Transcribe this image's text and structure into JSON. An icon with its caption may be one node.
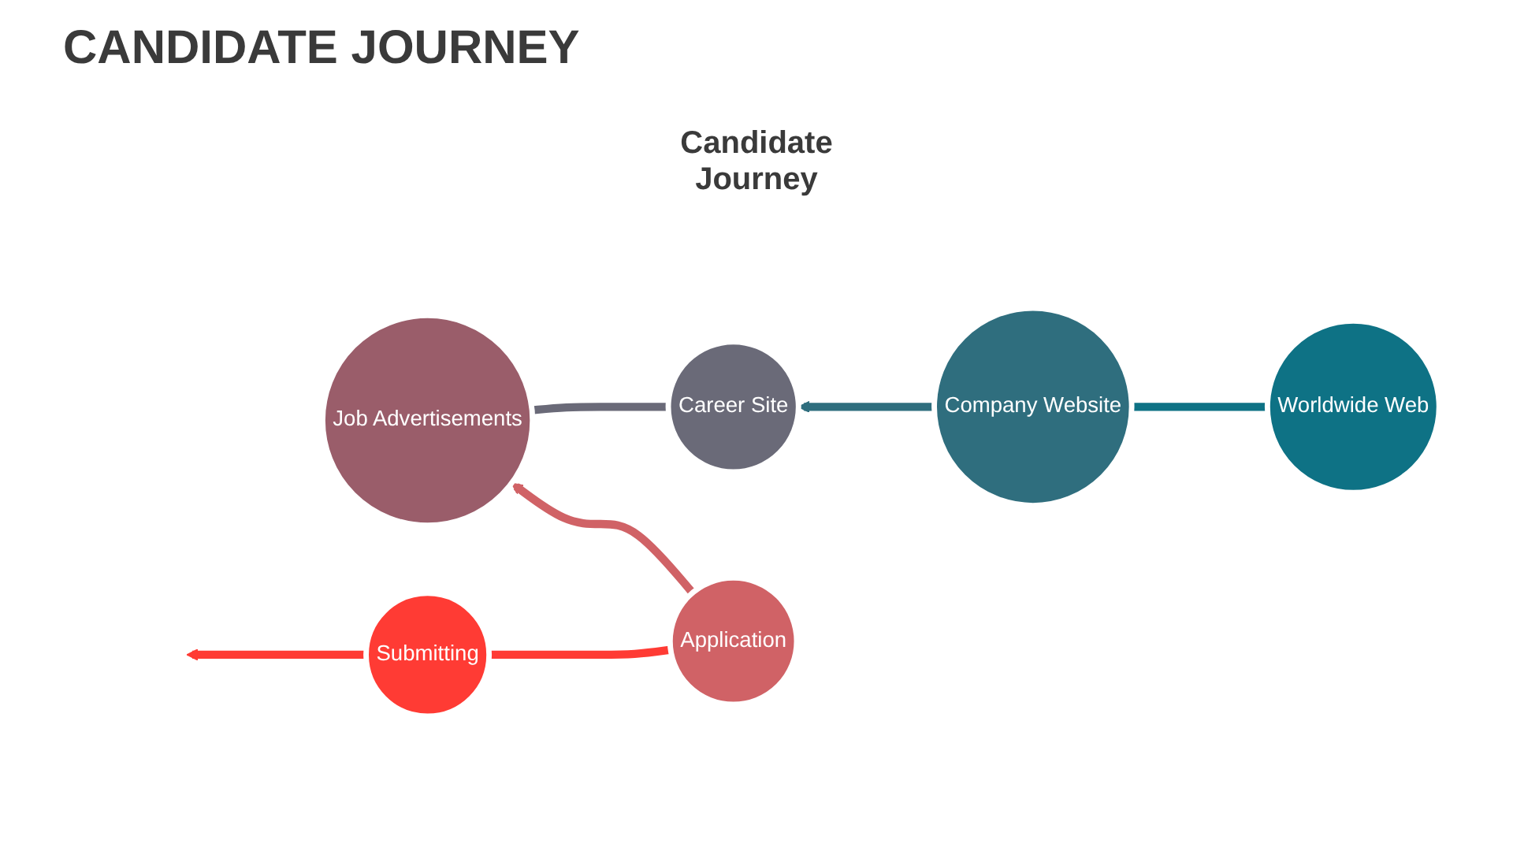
{
  "diagram": {
    "title": "CANDIDATE JOURNEY",
    "nodes": [
      {
        "text": [
          "Worldwide Web"
        ]
      },
      {
        "text": [
          "Company Website"
        ]
      },
      {
        "text": [
          "Career Site"
        ]
      },
      {
        "text": [
          "Job Advertisements"
        ]
      },
      {
        "text": [
          "Application"
        ]
      },
      {
        "text": [
          "Submitting"
        ]
      }
    ],
    "edges": [
      {
        "from": 0,
        "to": 1,
        "arrow": "none",
        "color": "#0e7285"
      },
      {
        "from": 1,
        "to": 2,
        "arrow": "to",
        "color": "#2f6e7e"
      },
      {
        "from": 2,
        "to": 3,
        "arrow": "none",
        "color": "#6a6a78"
      },
      {
        "from": 4,
        "to": 3,
        "arrow": "to",
        "color": "#d06266"
      },
      {
        "from": 4,
        "to": 5,
        "arrow": "none",
        "color": "#ff3b34"
      },
      {
        "from": 5,
        "to": null,
        "arrow": "to",
        "color": "#ff3b34"
      }
    ],
    "labels": [
      "Candidate Journey"
    ]
  }
}
